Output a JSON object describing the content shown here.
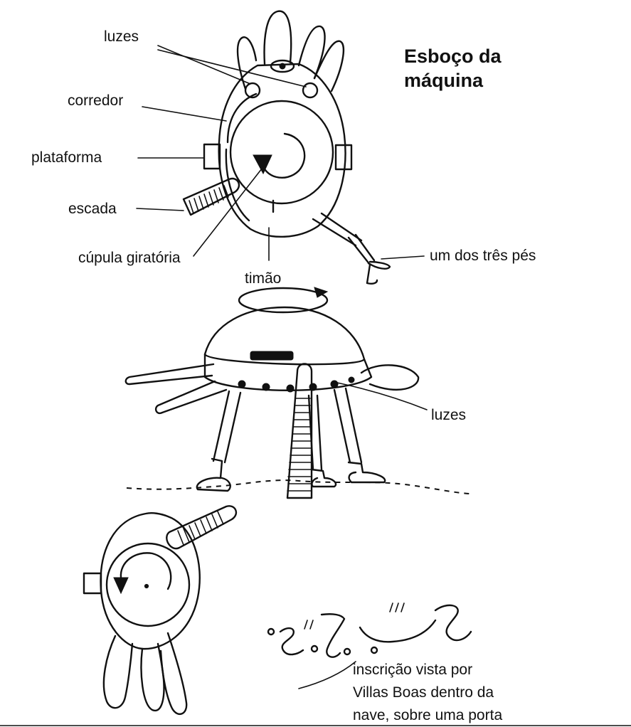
{
  "title": {
    "line1": "Esboço da",
    "line2": "máquina"
  },
  "labels": {
    "luzes_top": "luzes",
    "corredor": "corredor",
    "plataforma": "plataforma",
    "escada": "escada",
    "cupula": "cúpula giratória",
    "pe": "um dos três pés",
    "timao": "timão",
    "luzes_side": "luzes"
  },
  "caption": {
    "line1": "inscrição vista por",
    "line2": "Villas Boas dentro da",
    "line3": "nave, sobre uma porta"
  },
  "colors": {
    "ink": "#111111",
    "background": "#ffffff"
  }
}
